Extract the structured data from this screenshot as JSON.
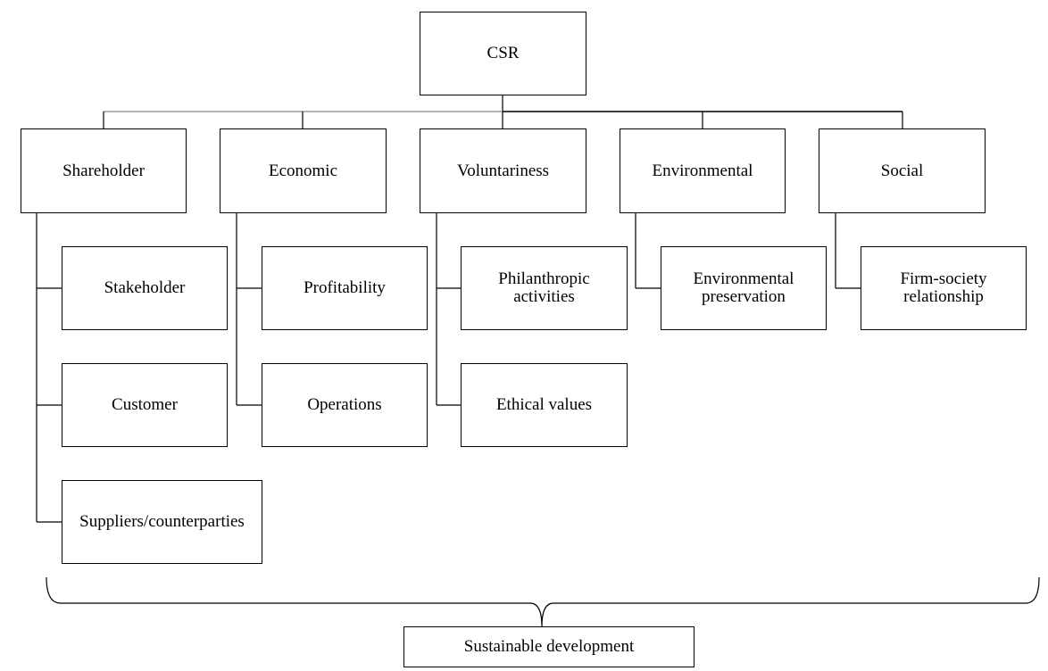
{
  "diagram": {
    "root": {
      "label": "CSR"
    },
    "categories": [
      {
        "label": "Shareholder",
        "children": [
          "Stakeholder",
          "Customer",
          "Suppliers/counterparties"
        ]
      },
      {
        "label": "Economic",
        "children": [
          "Profitability",
          "Operations"
        ]
      },
      {
        "label": "Voluntariness",
        "children": [
          "Philanthropic\nactivities",
          "Ethical values"
        ]
      },
      {
        "label": "Environmental",
        "children": [
          "Environmental\npreservation"
        ]
      },
      {
        "label": "Social",
        "children": [
          "Firm-society\nrelationship"
        ]
      }
    ],
    "outcome": {
      "label": "Sustainable development"
    }
  }
}
